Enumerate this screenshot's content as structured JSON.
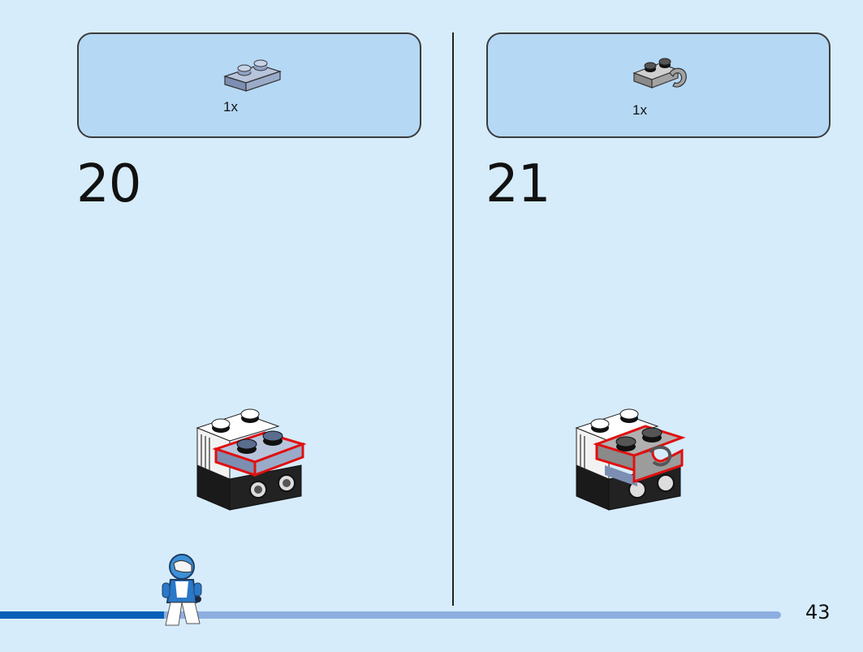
{
  "steps": [
    {
      "number": "20",
      "part": {
        "quantity": "1x",
        "icon": "plate-1x2-icon",
        "color": "#8fa2c4"
      }
    },
    {
      "number": "21",
      "part": {
        "quantity": "1x",
        "icon": "plate-clip-1x2-icon",
        "color": "#a3a3a3"
      }
    }
  ],
  "page": {
    "number": "43",
    "progress": 0.21
  },
  "colors": {
    "background": "#d6ecfb",
    "callout": "#b5d8f5",
    "highlight": "#e01010",
    "progress_fill": "#0760b8",
    "progress_track": "#8faee0"
  }
}
